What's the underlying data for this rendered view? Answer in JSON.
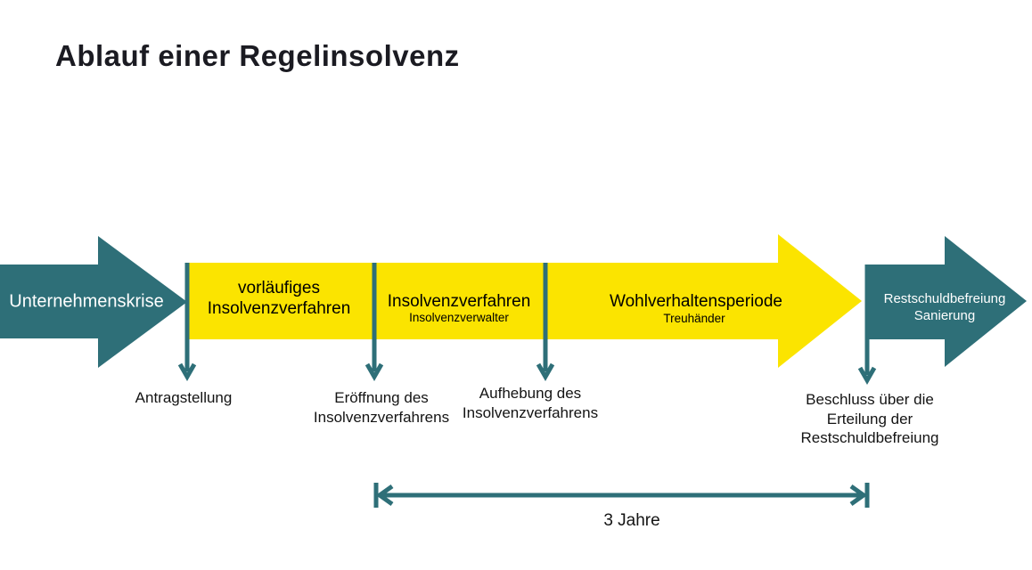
{
  "title": "Ablauf einer Regelinsolvenz",
  "colors": {
    "teal": "#2E6F78",
    "yellow": "#FBE400",
    "heading": "#1B1B22",
    "label": "#141414",
    "white": "#FFFFFF"
  },
  "flow": {
    "crisis_label": "Unternehmenskrise",
    "phase1_label": "vorläufiges\nInsolvenzverfahren",
    "phase2_title": "Insolvenzverfahren",
    "phase2_subtitle": "Insolvenzverwalter",
    "phase3_title": "Wohlverhaltensperiode",
    "phase3_subtitle": "Treuhänder",
    "outcome_label": "Restschuldbefreiung\nSanierung"
  },
  "milestones": [
    {
      "label": "Antragstellung"
    },
    {
      "label": "Eröffnung des\nInsolvenzverfahrens"
    },
    {
      "label": "Aufhebung des\nInsolvenzverfahrens"
    },
    {
      "label": "Beschluss über die\nErteilung der\nRestschuldbefreiung"
    }
  ],
  "duration_label": "3 Jahre"
}
